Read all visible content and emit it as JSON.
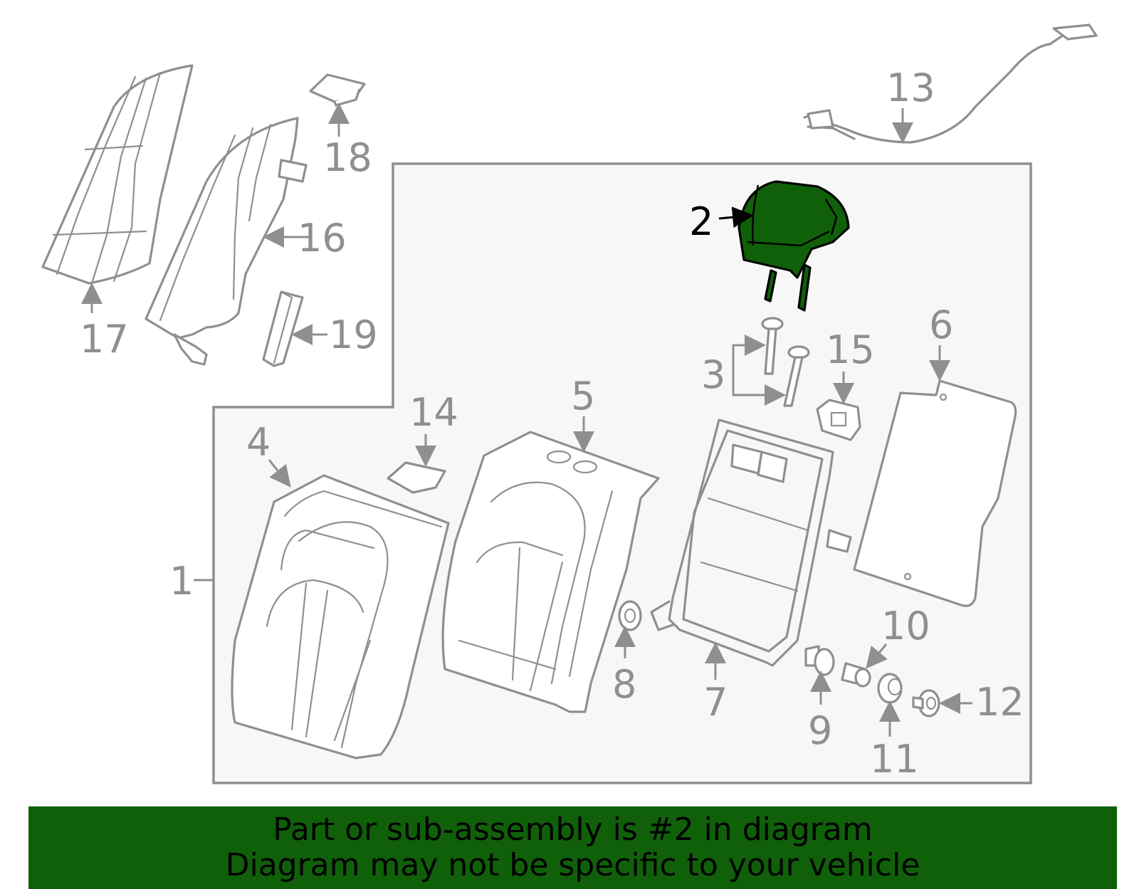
{
  "labels": {
    "p1": "1",
    "p2": "2",
    "p3": "3",
    "p4": "4",
    "p5": "5",
    "p6": "6",
    "p7": "7",
    "p8": "8",
    "p9": "9",
    "p10": "10",
    "p11": "11",
    "p12": "12",
    "p13": "13",
    "p14": "14",
    "p15": "15",
    "p16": "16",
    "p17": "17",
    "p18": "18",
    "p19": "19"
  },
  "banner": {
    "line1": "Part or sub-assembly is #2 in diagram",
    "line2": "Diagram may not be specific to your vehicle"
  },
  "colors": {
    "highlight": "#10600a",
    "parts": "#8f8f8f",
    "panel": "#f7f7f7"
  }
}
